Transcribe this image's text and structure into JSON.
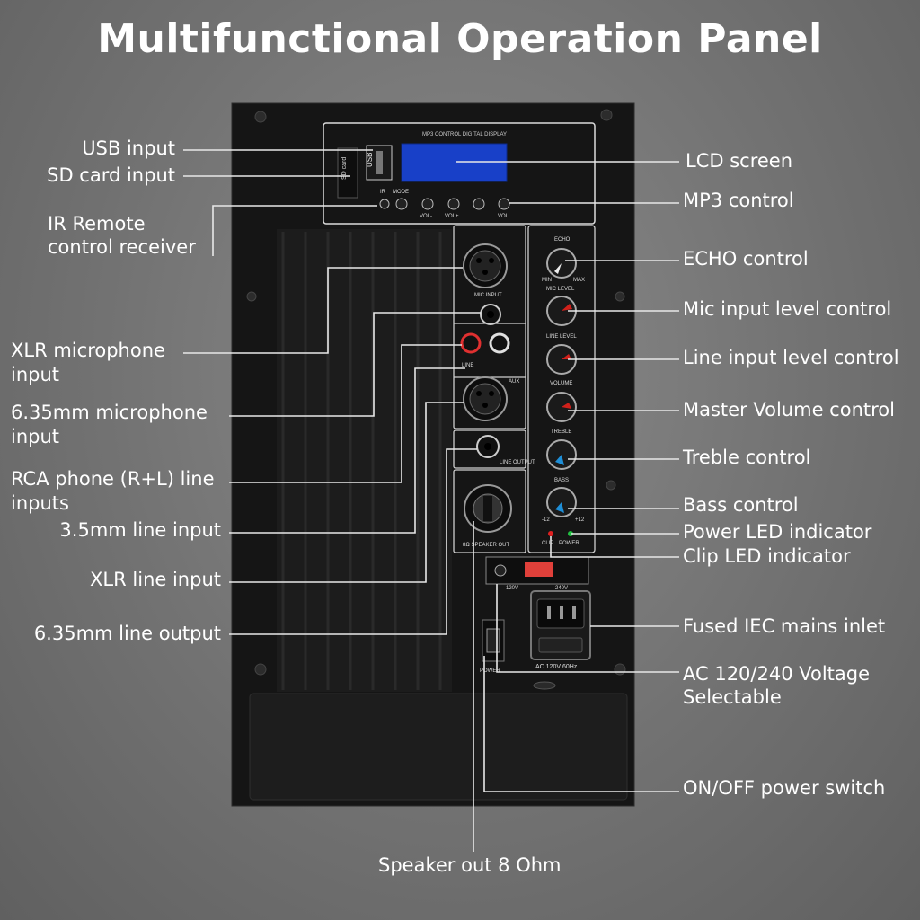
{
  "title": "Multifunctional Operation Panel",
  "labels_left": {
    "usb_input": "USB input",
    "sd_card_input": "SD card input",
    "ir_remote": [
      "IR Remote",
      "control receiver"
    ],
    "xlr_mic": [
      "XLR microphone",
      "input"
    ],
    "mic_635": [
      "6.35mm microphone",
      "input"
    ],
    "rca_line": [
      "RCA phone (R+L) line",
      "inputs"
    ],
    "line_35": "3.5mm line input",
    "xlr_line": "XLR line input",
    "line_out_635": "6.35mm line output"
  },
  "labels_right": {
    "lcd": "LCD screen",
    "mp3": "MP3 control",
    "echo": "ECHO control",
    "mic_level": "Mic input level control",
    "line_level": "Line input level control",
    "master_volume": "Master Volume control",
    "treble": "Treble control",
    "bass": "Bass control",
    "power_led": "Power LED indicator",
    "clip_led": "Clip LED indicator",
    "iec": "Fused IEC mains inlet",
    "voltage": [
      "AC 120/240 Voltage",
      "Selectable"
    ],
    "switch": "ON/OFF power switch"
  },
  "label_bottom": {
    "speaker_out": "Speaker out 8 Ohm"
  },
  "panel_text": {
    "mp3_header": "MP3 CONTROL DIGITAL DISPLAY",
    "usb": "USB",
    "sd": "SD card",
    "ir": "IR",
    "mode": "MODE",
    "vol_minus": "VOL-",
    "vol_plus": "VOL+",
    "vol": "VOL",
    "mic_input": "MIC INPUT",
    "line": "LINE",
    "aux": "AUX",
    "line_output": "LINE OUTPUT",
    "speaker_out": "8Ω SPEAKER OUT",
    "echo": "ECHO",
    "mic_level": "MIC LEVEL",
    "line_level": "LINE LEVEL",
    "volume": "VOLUME",
    "treble": "TREBLE",
    "bass": "BASS",
    "min": "MIN",
    "max": "MAX",
    "minus12": "-12",
    "plus12": "+12",
    "clip": "CLIP",
    "power_led": "POWER",
    "v120": "120V",
    "v240": "240V",
    "power_switch": "POWER",
    "ac_rating": "AC 120V 60Hz"
  },
  "colors": {
    "panel": "#141414",
    "knob_red": "#d0201a",
    "knob_blue": "#1e8fd8",
    "lcd_blue": "#1840c8",
    "led_red": "#e02020",
    "led_green": "#20c040"
  }
}
